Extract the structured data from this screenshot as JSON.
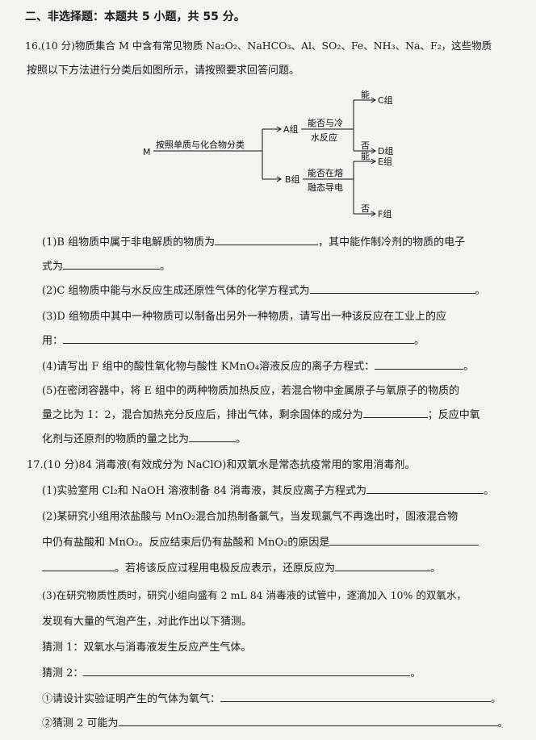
{
  "section_title": "二、非选择题：本题共 5 小题，共 55 分。",
  "q16": {
    "stem_1": "16.(10 分)物质集合 M 中含有常见物质 Na₂O₂、NaHCO₃、Al、SO₂、Fe、NH₃、Na、F₂，这些物质",
    "stem_2": "按照以下方法进行分类后如图所示，请按照要求回答问题。",
    "diagram": {
      "root": "M",
      "root_edge_label": "按照单质与化合物分类",
      "group_a": "A组",
      "group_b": "B组",
      "a_criterion_1": "能否与冷",
      "a_criterion_2": "水反应",
      "b_criterion_1": "能否在熔",
      "b_criterion_2": "融态导电",
      "yes": "能",
      "no": "否",
      "group_c": "C组",
      "group_d": "D组",
      "group_e": "E组",
      "group_f": "F组"
    },
    "p1_a": "(1)B 组物质中属于非电解质的物质为",
    "p1_b": "，其中能作制冷剂的物质的电子",
    "p1_c": "式为",
    "p1_d": "。",
    "p2_a": "(2)C 组物质中能与水反应生成还原性气体的化学方程式为",
    "p2_b": "。",
    "p3_a": "(3)D 组物质中其中一种物质可以制备出另外一种物质，请写出一种该反应在工业上的应",
    "p3_b": "用：",
    "p3_c": "。",
    "p4_a": "(4)请写出 F 组中的酸性氧化物与酸性 KMnO₄溶液反应的离子方程式：",
    "p4_b": "。",
    "p5_a": "(5)在密闭容器中，将 E 组中的两种物质加热反应，若混合物中金属原子与氧原子的物质的",
    "p5_b": "量之比为 1：2，混合加热充分反应后，排出气体，剩余固体的成分为",
    "p5_c": "；反应中氧",
    "p5_d": "化剂与还原剂的物质的量之比为",
    "p5_e": "。"
  },
  "q17": {
    "stem": "17.(10 分)84 消毒液(有效成分为 NaClO)和双氧水是常态抗疫常用的家用消毒剂。",
    "p1_a": "(1)实验室用 Cl₂和 NaOH 溶液制备 84 消毒液，其反应离子方程式为",
    "p1_b": "。",
    "p2_a": "(2)某研究小组用浓盐酸与 MnO₂混合加热制备氯气，当发现氯气不再逸出时，固液混合物",
    "p2_b": "中仍有盐酸和 MnO₂。反应结束后仍有盐酸和 MnO₂的原因是",
    "p2_c": "。若将该反应过程用电极反应表示，还原反应为",
    "p2_d": "。",
    "p3_a": "(3)在研究物质性质时，研究小组向盛有 2 mL 84 消毒液的试管中，逐滴加入 10% 的双氧水，",
    "p3_b": "发现有大量的气泡产生，对此作出以下猜测。",
    "guess1": "猜测 1：双氧水与消毒液发生反应产生气体。",
    "guess2": "猜测 2：",
    "guess2_end": "。",
    "c1": "①请设计实验证明产生的气体为氧气：",
    "c1_end": "。",
    "c2": "②猜测 2 可能为",
    "c2_end": "。"
  }
}
